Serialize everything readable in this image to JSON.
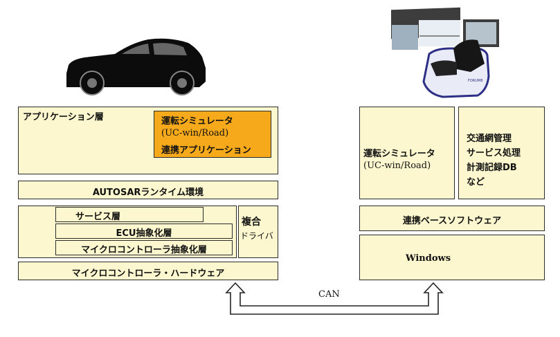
{
  "left_stack": {
    "application_layer": "アプリケーション層",
    "app_module_lines": [
      "運転シミュレータ",
      "(UC-win/Road)",
      "連携アプリケーション"
    ],
    "runtime": "AUTOSARランタイム環境",
    "service_layer": "サービス層",
    "ecu_layer": "ECU抽象化層",
    "mcu_layer": "マイクロコントローラ抽象化層",
    "complex_driver_lines": [
      "複合",
      "ドライバ"
    ],
    "hardware": "マイクロコントローラ・ハードウェア"
  },
  "right_stack": {
    "simulator_lines": [
      "運転シミュレータ",
      "(UC-win/Road)"
    ],
    "services_lines": [
      "交通網管理",
      "サービス処理",
      "計測記録DB",
      "など"
    ],
    "base_software": "連携ベースソフトウェア",
    "os": "Windows"
  },
  "link_label": "CAN",
  "icons": {
    "left_image": "car-silhouette-icon",
    "right_image": "driving-simulator-cockpit-icon"
  }
}
